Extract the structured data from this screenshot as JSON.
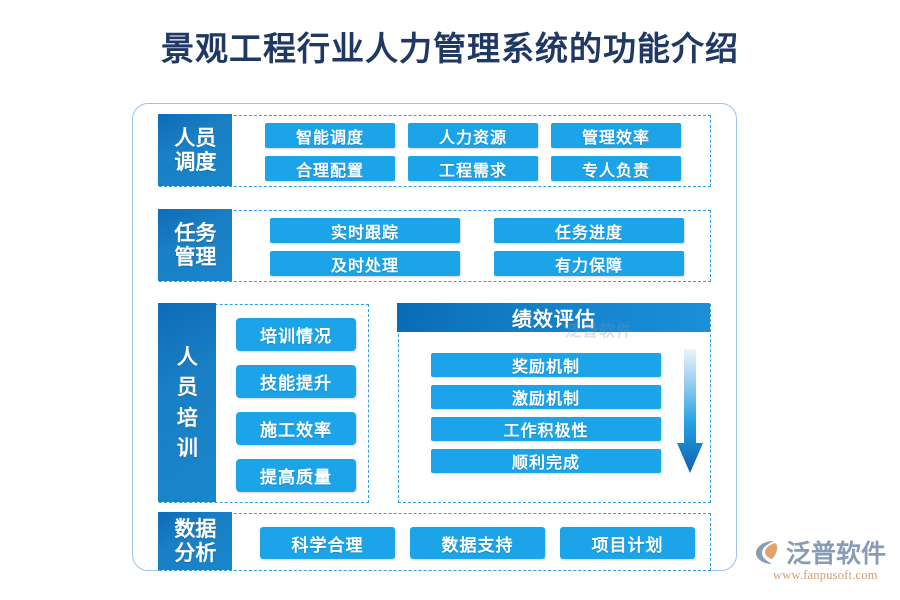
{
  "title": "景观工程行业人力管理系统的功能介绍",
  "colors": {
    "title_navy": "#1f3864",
    "chip_blue": "#1ba4e8",
    "label_blue_dark": "#0d6cb8",
    "dashed_border": "#2e9fe0",
    "frame_border": "#9dc3e6",
    "logo_gray": "#8a9bb5",
    "logo_orange": "#d99a6c"
  },
  "sections": [
    {
      "id": "dispatch",
      "label": "人员调度",
      "label_lines": [
        "人员",
        "调度"
      ],
      "columns": 3,
      "items": [
        "智能调度",
        "人力资源",
        "管理效率",
        "合理配置",
        "工程需求",
        "专人负责"
      ]
    },
    {
      "id": "task",
      "label": "任务管理",
      "label_lines": [
        "任务",
        "管理"
      ],
      "columns": 2,
      "items": [
        "实时跟踪",
        "任务进度",
        "及时处理",
        "有力保障"
      ]
    },
    {
      "id": "train",
      "label": "人员培训",
      "label_lines": [
        "人",
        "员",
        "培",
        "训"
      ],
      "columns": 1,
      "items": [
        "培训情况",
        "技能提升",
        "施工效率",
        "提高质量"
      ]
    },
    {
      "id": "performance",
      "label": "绩效评估",
      "header": "绩效评估",
      "columns": 1,
      "items": [
        "奖励机制",
        "激励机制",
        "工作积极性",
        "顺利完成"
      ],
      "arrow": "down-arrow"
    },
    {
      "id": "data",
      "label": "数据分析",
      "label_lines": [
        "数据",
        "分析"
      ],
      "columns": 3,
      "items": [
        "科学合理",
        "数据支持",
        "项目计划"
      ]
    }
  ],
  "watermark": "泛普软件",
  "logo": {
    "name": "泛普软件",
    "url": "www.fanpusoft.com"
  }
}
